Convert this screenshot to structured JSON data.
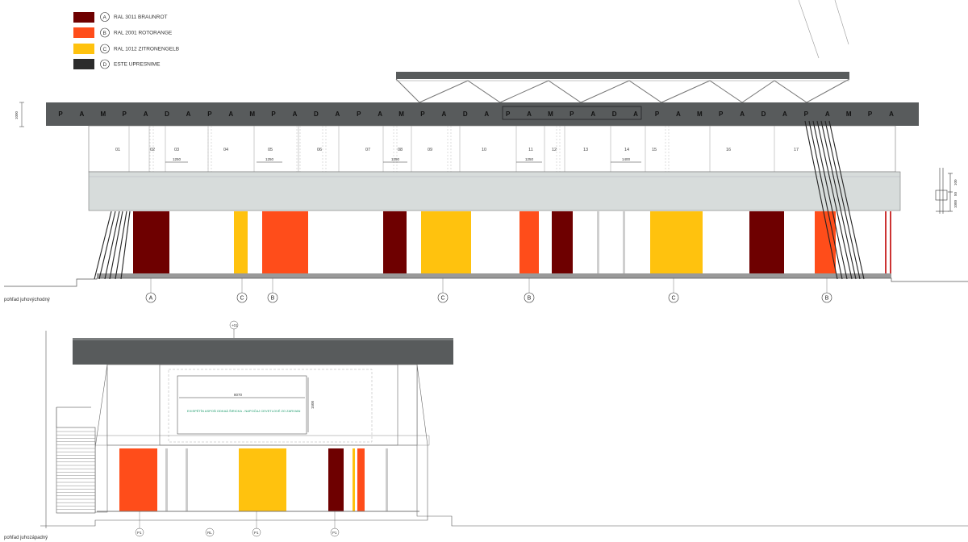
{
  "colors": {
    "A": "#6e0000",
    "B": "#ff4d1a",
    "C": "#ffc20e",
    "D": "#2b2b2b",
    "fascia": "#585b5c",
    "glass": "#d7dcdb"
  },
  "legend": [
    {
      "key": "A",
      "label": "RAL 3011 BRAUNROT"
    },
    {
      "key": "B",
      "label": "RAL 2001 ROTORANGE"
    },
    {
      "key": "C",
      "label": "RAL 1012 ZITRONENGELB"
    },
    {
      "key": "D",
      "label": "ESTE UPRESNIME"
    }
  ],
  "elevation_1": {
    "caption": "pohľad juhovýchodný",
    "height_dim": "1000",
    "fascia_letters": [
      "P",
      "A",
      "M",
      "P",
      "A",
      "D",
      "A",
      "P",
      "A",
      "M",
      "P",
      "A",
      "D",
      "A",
      "P",
      "A",
      "M",
      "P",
      "A",
      "D",
      "A",
      "P",
      "A",
      "M",
      "P",
      "A",
      "D",
      "A",
      "P",
      "A",
      "M",
      "P",
      "A",
      "D",
      "A",
      "P",
      "A",
      "M",
      "P",
      "A"
    ],
    "bays": [
      "01",
      "02",
      "03",
      "04",
      "05",
      "06",
      "07",
      "08",
      "09",
      "10",
      "11",
      "12",
      "13",
      "14",
      "15",
      "16",
      "17"
    ],
    "dims": [
      "1250",
      "1250",
      "1250",
      "1250",
      "1400"
    ],
    "panel_tags": [
      "A",
      "C",
      "B",
      "C",
      "B",
      "C",
      "B"
    ],
    "detail_dims": [
      "100",
      "50",
      "1000"
    ]
  },
  "elevation_2": {
    "caption": "pohľad juhozápadný",
    "top_tag": "+01",
    "width_dim": "8070",
    "height_dim": "1500",
    "note": "EXISPÉTÍN ASPOŇ ODKAÁ ŠIRICKA - NAPOČAJ CEVETLOVÉ ZO ZARVIAN",
    "bottom_tags": [
      "P1",
      "RL",
      "P1",
      "P1"
    ]
  }
}
